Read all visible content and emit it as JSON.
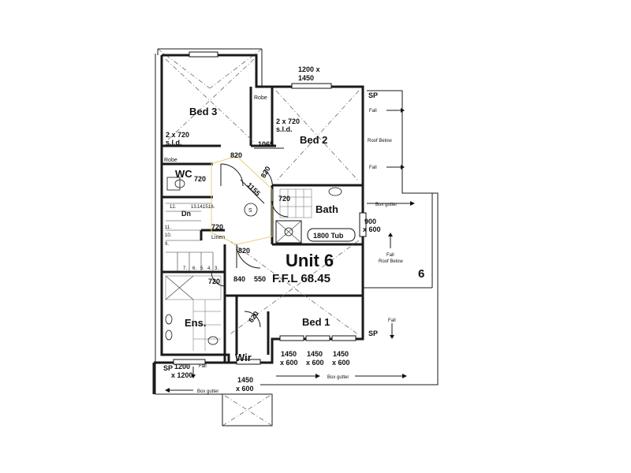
{
  "plan": {
    "unit": "Unit 6",
    "ffl": "F.F.L  68.45",
    "side_number": "6"
  },
  "rooms": {
    "bed3": "Bed 3",
    "bed2": "Bed 2",
    "bed1": "Bed 1",
    "bath": "Bath",
    "ens": "Ens.",
    "wc": "WC",
    "wir": "Wir",
    "robe": "Robe",
    "robe2": "Robe",
    "linen": "Linen",
    "dn": "Dn",
    "tub": "1800  Tub"
  },
  "dimensions": {
    "bed2_window_a": "1200 x",
    "bed2_window_b": "1450",
    "bed3_sld_a": "2 x 720",
    "bed3_sld_b": "s.l.d.",
    "bed2_sld_a": "2 x 720",
    "bed2_sld_b": "s.l.d.",
    "d_820_a": "820",
    "d_820_b": "820",
    "d_820_c": "820",
    "d_1065": "1065",
    "d_1155": "1155",
    "d_720_wc": "720",
    "d_720_bath": "720",
    "d_720_linen": "720",
    "d_720_ens": "720",
    "d_840": "840",
    "d_550": "550",
    "d_620": "620",
    "win_900_a": "900",
    "win_900_b": "x 600",
    "win_b1_1a": "1450",
    "win_b1_1b": "x 600",
    "win_b1_2a": "1450",
    "win_b1_2b": "x 600",
    "win_b1_3a": "1450",
    "win_b1_3b": "x 600",
    "win_ens_a": "1200",
    "win_ens_b": "x 1200",
    "win_wir_a": "1450",
    "win_wir_b": "x 600"
  },
  "annotations": {
    "sp_top": "SP",
    "sp_right": "SP",
    "sp_left": "SP",
    "fall_1": "Fall",
    "fall_2": "Fall",
    "fall_3": "Fall",
    "fall_4": "Fall",
    "fall_5": "Fall",
    "roof_below_1": "Roof Below",
    "roof_below_2": "Roof Below",
    "box_gutter_1": "Box gutter",
    "box_gutter_2": "Box gutter",
    "box_gutter_3": "Box gutter",
    "stair_s": "S",
    "stair_nums": [
      "12.",
      "13.",
      "14.",
      "15.",
      "16.",
      "11.",
      "10.",
      "9.",
      "7.",
      "6.",
      "5.",
      "4.",
      "3."
    ]
  }
}
